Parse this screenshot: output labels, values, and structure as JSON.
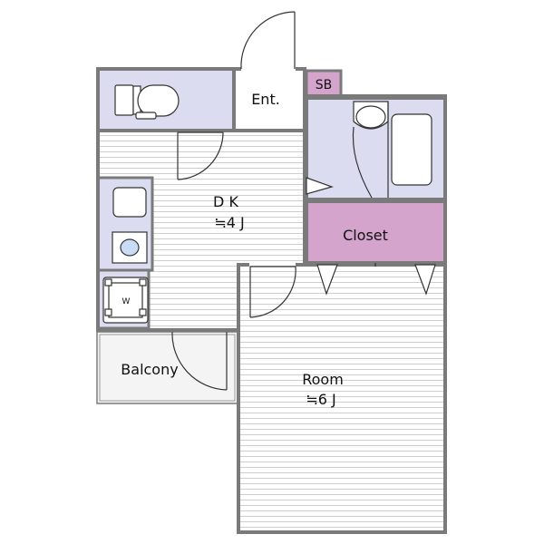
{
  "rooms": {
    "entrance": "Ent.",
    "shoe_box": "SB",
    "dk": {
      "name": "D K",
      "size": "≒4 J"
    },
    "closet": "Closet",
    "balcony": "Balcony",
    "room": {
      "name": "Room",
      "size": "≒6 J"
    },
    "washer": "W"
  },
  "colors": {
    "wall": "#7a7a7a",
    "wet_area": "#dcdcf0",
    "storage": "#d4a4cc",
    "floor_lines": "#c8c8c8"
  }
}
